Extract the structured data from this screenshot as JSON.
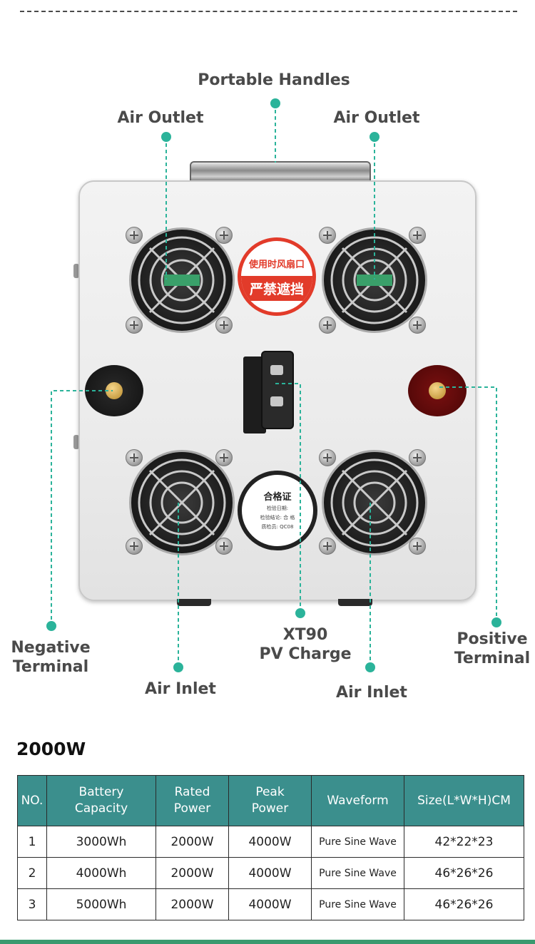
{
  "callouts": {
    "portable_handles": "Portable Handles",
    "air_outlet_left": "Air Outlet",
    "air_outlet_right": "Air Outlet",
    "negative_line1": "Negative",
    "negative_line2": "Terminal",
    "positive_line1": "Positive",
    "positive_line2": "Terminal",
    "xt90_line1": "XT90",
    "xt90_line2": "PV Charge",
    "air_inlet_left": "Air Inlet",
    "air_inlet_right": "Air Inlet"
  },
  "device": {
    "warning_top": "使用时风扇口",
    "warning_main": "严禁遮挡",
    "cert_title": "合格证",
    "cert_line1": "检验日期:",
    "cert_line2": "检验结论: 合 格",
    "cert_line3": "质检员: QC08"
  },
  "colors": {
    "accent": "#2bb39a",
    "table_header": "#3b8f8d"
  },
  "section_title": "2000W",
  "table": {
    "headers": [
      [
        "NO."
      ],
      [
        "Battery",
        "Capacity"
      ],
      [
        "Rated",
        "Power"
      ],
      [
        "Peak",
        "Power"
      ],
      [
        "Waveform"
      ],
      [
        "Size(L*W*H)CM"
      ]
    ],
    "rows": [
      [
        "1",
        "3000Wh",
        "2000W",
        "4000W",
        "Pure Sine Wave",
        "42*22*23"
      ],
      [
        "2",
        "4000Wh",
        "2000W",
        "4000W",
        "Pure Sine Wave",
        "46*26*26"
      ],
      [
        "3",
        "5000Wh",
        "2000W",
        "4000W",
        "Pure Sine Wave",
        "46*26*26"
      ]
    ]
  }
}
